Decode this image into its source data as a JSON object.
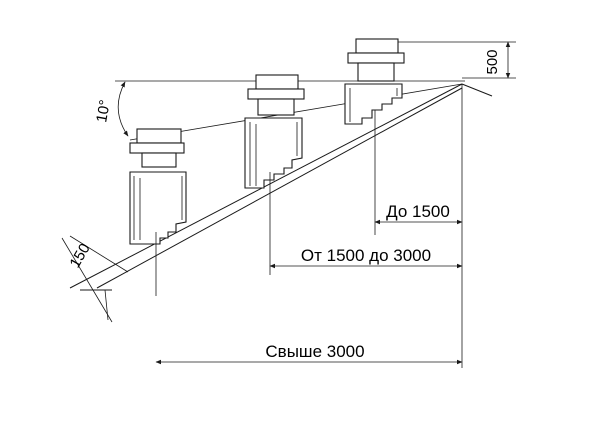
{
  "labels": {
    "angle": "10°",
    "height": "500",
    "offset": "150",
    "dim_short": "До 1500",
    "dim_mid": "От 1500 до 3000",
    "dim_long": "Свыше 3000"
  },
  "colors": {
    "line": "#1a1a1a",
    "background": "#ffffff"
  }
}
